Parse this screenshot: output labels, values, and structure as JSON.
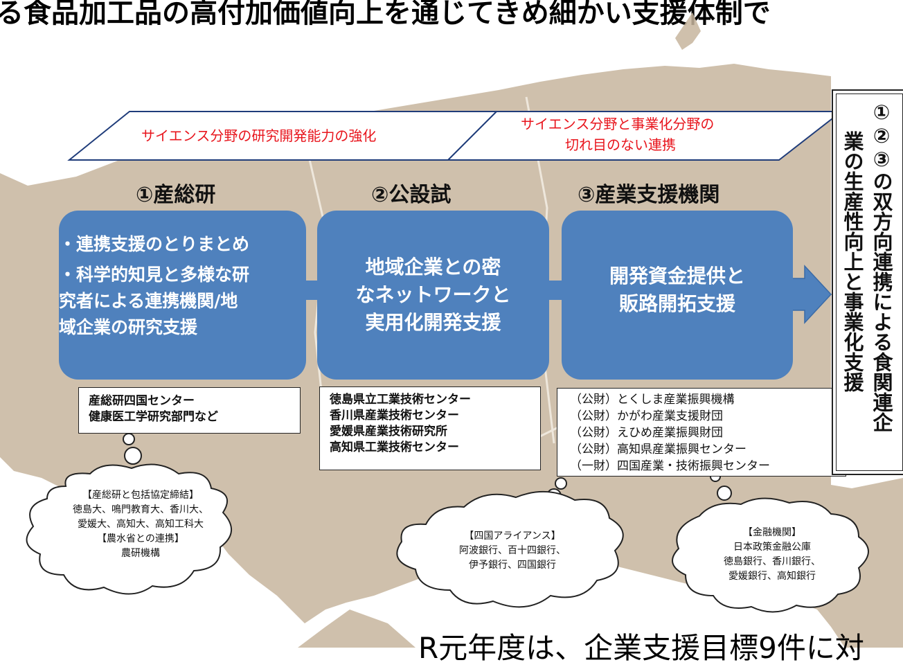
{
  "header": {
    "top_text": "る食品加工品の高付加価値向上を通じてきめ細かい支援体制で"
  },
  "banner": {
    "left_text": "サイエンス分野の研究開発能力の強化",
    "right_line1": "サイエンス分野と事業化分野の",
    "right_line2": "切れ目のない連携"
  },
  "columns": [
    {
      "heading": "①産総研",
      "box_lines": [
        "・連携支援のとりまとめ",
        "・科学的知見と多様な研",
        "究者による連携機関/地",
        "域企業の研究支援"
      ],
      "info_lines": [
        "産総研四国センター",
        "健康医工学研究部門など"
      ]
    },
    {
      "heading": "②公設試",
      "box_lines": [
        "地域企業との密",
        "なネットワークと",
        "実用化開発支援"
      ],
      "info_lines": [
        "徳島県立工業技術センター",
        "香川県産業技術センター",
        "愛媛県産業技術研究所",
        "高知県工業技術センター"
      ]
    },
    {
      "heading": "③産業支援機関",
      "box_lines": [
        "開発資金提供と",
        "販路開拓支援"
      ],
      "info_lines": [
        "（公財）とくしま産業振興機構",
        "（公財）かがわ産業支援財団",
        "（公財）えひめ産業振興財団",
        "（公財）高知県産業振興センター",
        "（一財）四国産業・技術振興センター"
      ]
    }
  ],
  "clouds": [
    {
      "lines": [
        "【産総研と包括協定締結】",
        "徳島大、鳴門教育大、香川大、",
        "愛媛大、高知大、高知工科大",
        "【農水省との連携】",
        "農研機構"
      ]
    },
    {
      "lines": [
        "【四国アライアンス】",
        "阿波銀行、百十四銀行、",
        "伊予銀行、四国銀行"
      ]
    },
    {
      "lines": [
        "【金融機関】",
        "日本政策金融公庫",
        "徳島銀行、香川銀行、",
        "愛媛銀行、高知銀行"
      ]
    }
  ],
  "vertical_box": {
    "col_right": "①②③の双方向連携による食関連企",
    "col_left": "業の生産性向上と事業化支援"
  },
  "footer": {
    "bottom_text": "R元年度は、企業支援目標9件に対"
  },
  "colors": {
    "box_blue": "#4f81bd",
    "banner_red": "#e8141c",
    "map_tan": "#c7b59e"
  }
}
